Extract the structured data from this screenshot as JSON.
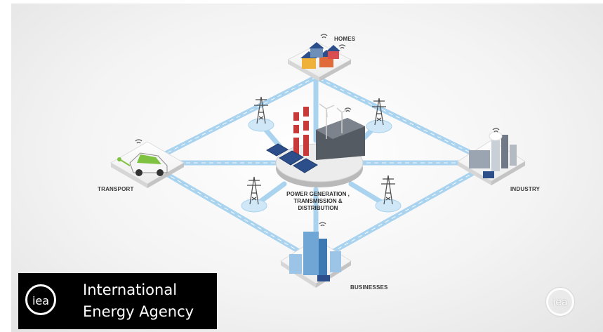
{
  "diagram": {
    "nodes": {
      "homes": "HOMES",
      "transport": "TRANSPORT",
      "industry": "INDUSTRY",
      "businesses": "BUSINESSES",
      "center": [
        "POWER GENERATION ,",
        "TRANSMISSION &",
        "DISTRIBUTION"
      ]
    }
  },
  "logo": {
    "mark": "iea",
    "line1": "International",
    "line2": "Energy Agency"
  },
  "watermark": {
    "mark": "iea"
  },
  "colors": {
    "grid_line": "#a9d3ee",
    "logo_background": "#000000",
    "solar_panel": "#2c4f8c",
    "car_accent": "#7fc241"
  }
}
